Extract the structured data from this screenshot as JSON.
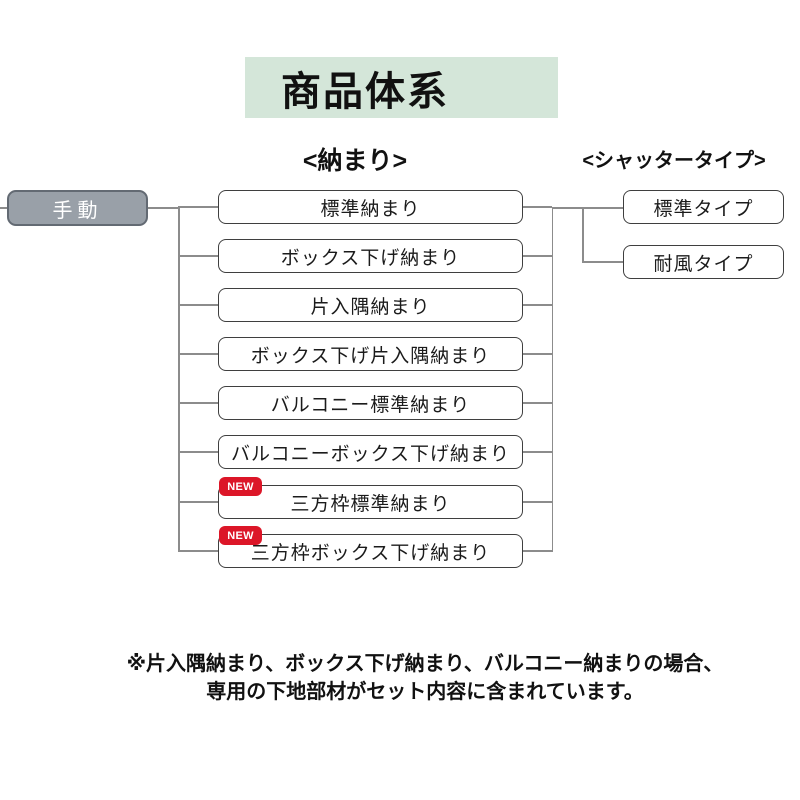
{
  "title": "商品体系",
  "sections": {
    "osamari_heading": "<納まり>",
    "shutter_heading": "<シャッタータイプ>"
  },
  "root": {
    "label": "手動"
  },
  "badge_label": "NEW",
  "osamari": {
    "items": [
      {
        "label": "標準納まり",
        "is_new": false
      },
      {
        "label": "ボックス下げ納まり",
        "is_new": false
      },
      {
        "label": "片入隅納まり",
        "is_new": false
      },
      {
        "label": "ボックス下げ片入隅納まり",
        "is_new": false
      },
      {
        "label": "バルコニー標準納まり",
        "is_new": false
      },
      {
        "label": "バルコニーボックス下げ納まり",
        "is_new": false
      },
      {
        "label": "三方枠標準納まり",
        "is_new": true
      },
      {
        "label": "三方枠ボックス下げ納まり",
        "is_new": true
      }
    ]
  },
  "shutter": {
    "items": [
      {
        "label": "標準タイプ"
      },
      {
        "label": "耐風タイプ"
      }
    ]
  },
  "note": {
    "line1": "※片入隅納まり、ボックス下げ納まり、バルコニー納まりの場合、",
    "line2": "専用の下地部材がセット内容に含まれています。"
  },
  "colors": {
    "title_bg": "#d4e6d9",
    "root_fill": "#99a0a8",
    "root_border": "#636a73",
    "new_badge_bg": "#dc1628",
    "box_border": "#3f3f3f",
    "connector_line": "#8c8c8c"
  }
}
